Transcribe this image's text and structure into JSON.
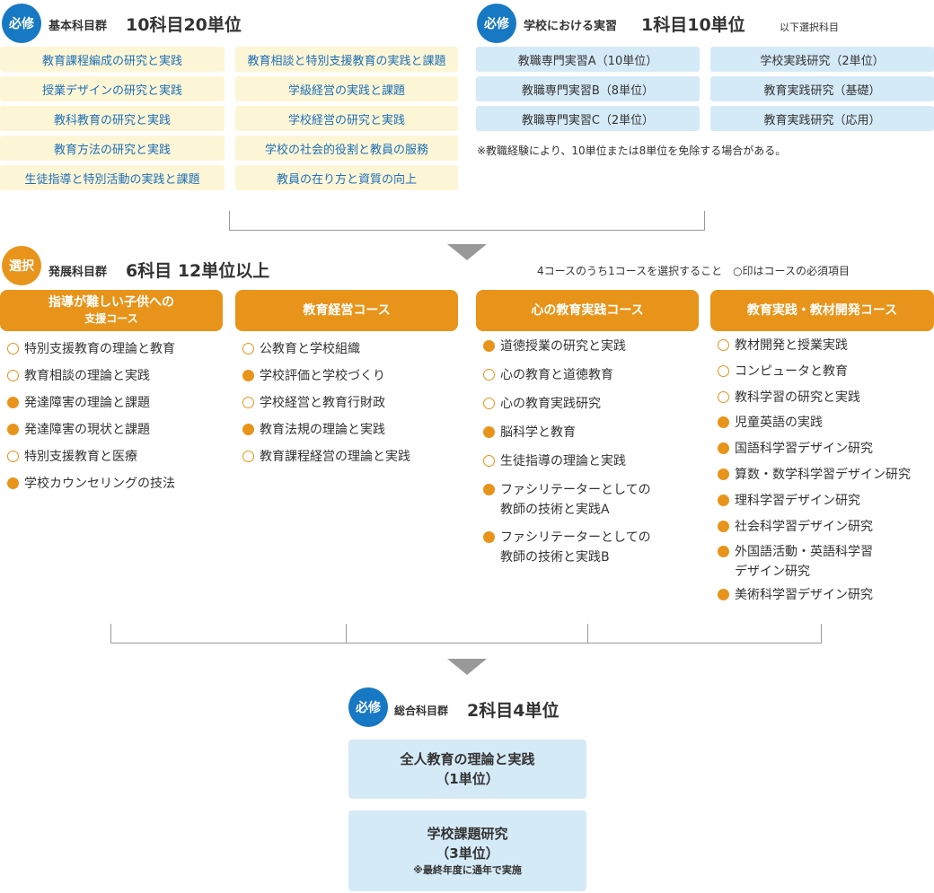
{
  "basic": {
    "badge": "必修",
    "label": "基本科目群",
    "summary": "10科目20単位",
    "left": [
      "教育課程編成の研究と実践",
      "授業デザインの研究と実践",
      "教科教育の研究と実践",
      "教育方法の研究と実践",
      "生徒指導と特別活動の実践と課題"
    ],
    "right": [
      "教育相談と特別支援教育の実践と課題",
      "学級経営の実践と課題",
      "学校経営の研究と実践",
      "学校の社会的役割と教員の服務",
      "教員の在り方と資質の向上"
    ]
  },
  "practice": {
    "badge": "必修",
    "label": "学校における実習",
    "summary": "1科目10単位",
    "elective_note": "以下選択科目",
    "left": [
      "教職専門実習A（10単位）",
      "教職専門実習B（8単位）",
      "教職専門実習C（2単位）"
    ],
    "right": [
      "学校実践研究（2単位）",
      "教育実践研究（基礎）",
      "教育実践研究（応用）"
    ],
    "footnote": "※教職経験により、10単位または8単位を免除する場合がある。"
  },
  "advanced": {
    "badge": "選択",
    "label": "発展科目群",
    "summary": "6科目 12単位以上",
    "note": "4コースのうち1コースを選択すること　○印はコースの必須項目"
  },
  "courses": [
    {
      "title": "指導が難しい子供への",
      "subtitle": "支援コース",
      "items": [
        {
          "text": "特別支援教育の理論と教育",
          "required": true
        },
        {
          "text": "教育相談の理論と実践",
          "required": true
        },
        {
          "text": "発達障害の理論と課題",
          "required": false
        },
        {
          "text": "発達障害の現状と課題",
          "required": false
        },
        {
          "text": "特別支援教育と医療",
          "required": true
        },
        {
          "text": "学校カウンセリングの技法",
          "required": false
        }
      ]
    },
    {
      "title": "教育経営コース",
      "subtitle": "",
      "items": [
        {
          "text": "公教育と学校組織",
          "required": true
        },
        {
          "text": "学校評価と学校づくり",
          "required": false
        },
        {
          "text": "学校経営と教育行財政",
          "required": true
        },
        {
          "text": "教育法規の理論と実践",
          "required": false
        },
        {
          "text": "教育課程経営の理論と実践",
          "required": true
        }
      ]
    },
    {
      "title": "心の教育実践コース",
      "subtitle": "",
      "items": [
        {
          "text": "道徳授業の研究と実践",
          "required": false
        },
        {
          "text": "心の教育と道徳教育",
          "required": true
        },
        {
          "text": "心の教育実践研究",
          "required": true
        },
        {
          "text": "脳科学と教育",
          "required": false
        },
        {
          "text": "生徒指導の理論と実践",
          "required": true
        },
        {
          "text": "ファシリテーターとしての",
          "text2": "教師の技術と実践A",
          "required": false
        },
        {
          "text": "ファシリテーターとしての",
          "text2": "教師の技術と実践B",
          "required": false
        }
      ]
    },
    {
      "title": "教育実践・教材開発コース",
      "subtitle": "",
      "items": [
        {
          "text": "教材開発と授業実践",
          "required": true
        },
        {
          "text": "コンピュータと教育",
          "required": true
        },
        {
          "text": "教科学習の研究と実践",
          "required": true
        },
        {
          "text": "児童英語の実践",
          "required": false
        },
        {
          "text": "国語科学習デザイン研究",
          "required": false
        },
        {
          "text": "算数・数学科学習デザイン研究",
          "required": false
        },
        {
          "text": "理科学習デザイン研究",
          "required": false
        },
        {
          "text": "社会科学習デザイン研究",
          "required": false
        },
        {
          "text": "外国語活動・英語科学習",
          "text2": "デザイン研究",
          "required": false
        },
        {
          "text": "美術科学習デザイン研究",
          "required": false
        }
      ]
    }
  ],
  "integrated": {
    "badge": "必修",
    "label": "総合科目群",
    "summary": "2科目4単位",
    "box1_line1": "全人教育の理論と実践",
    "box1_line2": "（1単位）",
    "box2_line1": "学校課題研究",
    "box2_line2": "（3単位）",
    "box2_note": "※最終年度に通年で実施"
  },
  "colors": {
    "blue": "#1778c4",
    "orange": "#e8941a",
    "yellow_box": "#fdf6d6",
    "blue_box": "#d5eaf7",
    "line": "#999999"
  }
}
